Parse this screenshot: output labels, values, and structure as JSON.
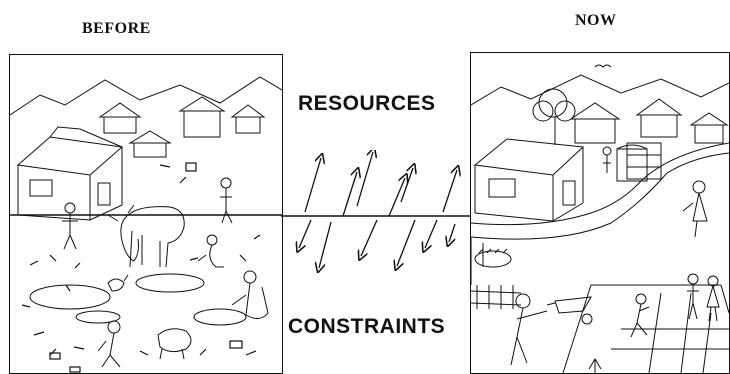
{
  "headings": {
    "before": "BEFORE",
    "now": "NOW"
  },
  "labels": {
    "resources": "RESOURCES",
    "constraints": "CONSTRAINTS"
  },
  "illustrations": {
    "before": "village-before-sketch",
    "now": "village-now-sketch"
  },
  "colors": {
    "ink": "#111111",
    "paper": "#ffffff"
  }
}
